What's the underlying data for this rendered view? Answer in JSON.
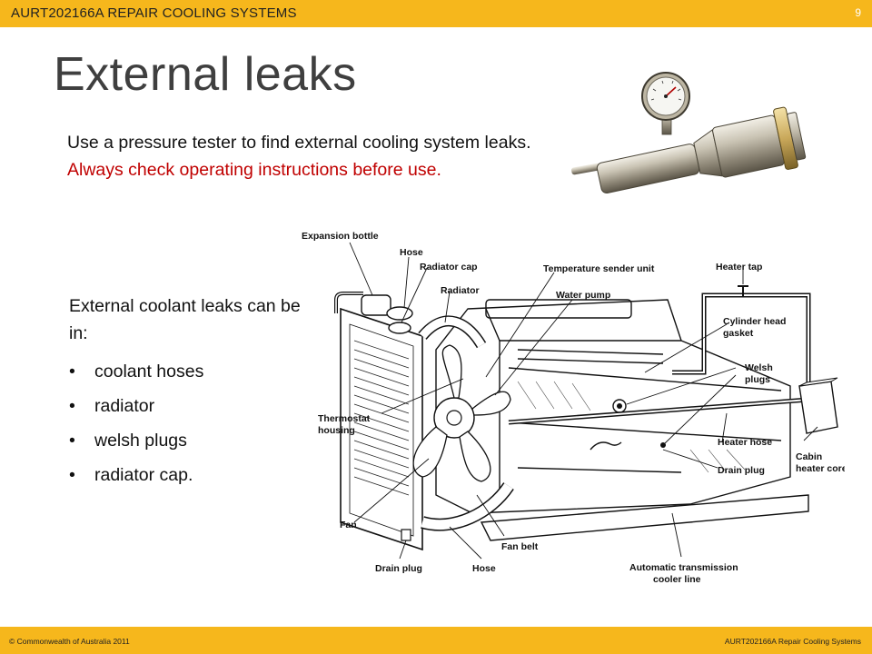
{
  "header": {
    "course": "AURT202166A REPAIR COOLING SYSTEMS",
    "page_number": "9"
  },
  "title": "External leaks",
  "intro": {
    "line1": "Use a pressure tester to find external cooling system leaks.",
    "warning": "Always check operating instructions before use."
  },
  "leaks": {
    "lead": "External coolant leaks can be in:",
    "items": [
      "coolant hoses",
      "radiator",
      "welsh plugs",
      "radiator cap."
    ]
  },
  "diagram": {
    "labels": {
      "expansion_bottle": "Expansion bottle",
      "hose_top": "Hose",
      "radiator_cap": "Radiator cap",
      "radiator": "Radiator",
      "temp_sender": "Temperature sender unit",
      "water_pump": "Water pump",
      "heater_tap": "Heater tap",
      "cyl_head_gasket_1": "Cylinder head",
      "cyl_head_gasket_2": "gasket",
      "welsh_plugs_1": "Welsh",
      "welsh_plugs_2": "plugs",
      "thermostat_1": "Thermostat",
      "thermostat_2": "housing",
      "heater_hose": "Heater hose",
      "drain_plug_right": "Drain plug",
      "cabin_heater_1": "Cabin",
      "cabin_heater_2": "heater core",
      "fan": "Fan",
      "fan_belt": "Fan belt",
      "drain_plug_bottom": "Drain plug",
      "hose_bottom": "Hose",
      "auto_trans_1": "Automatic transmission",
      "auto_trans_2": "cooler line"
    }
  },
  "footer": {
    "copyright": "© Commonwealth of Australia 2011",
    "course": "AURT202166A Repair Cooling Systems"
  },
  "colors": {
    "accent": "#f6b71c",
    "warning": "#c00000",
    "title": "#3f3f3f"
  }
}
